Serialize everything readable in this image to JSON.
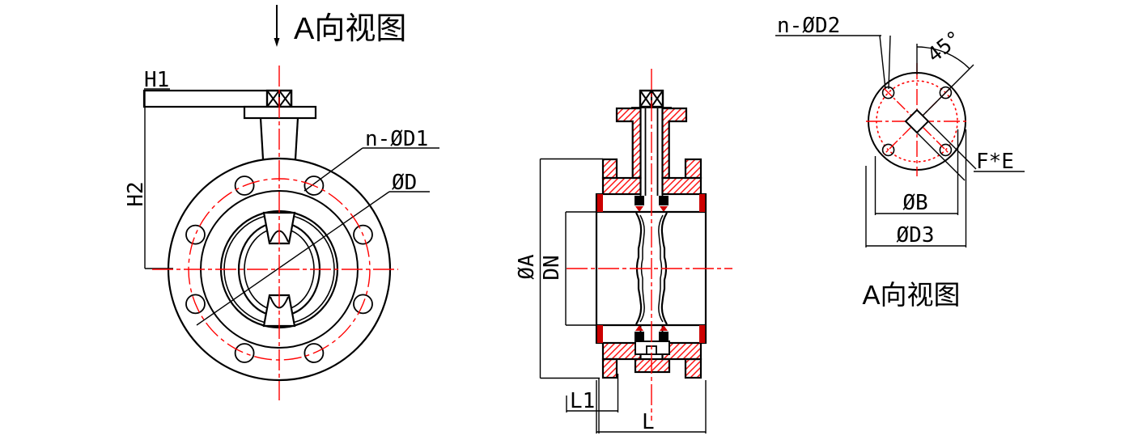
{
  "drawing": {
    "type": "butterfly-valve engineering drawing",
    "top_view_label": {
      "arrow": "↓",
      "text": "A向视图"
    },
    "front_view": {
      "dim_h1": "H1",
      "dim_h2": "H2",
      "dim_bolt_holes": "n-ØD1",
      "dim_flange_diameter": "ØD"
    },
    "section_view": {
      "dim_body_diameter": "ØA",
      "dim_nominal_bore": "DN",
      "dim_l1": "L1",
      "dim_face_to_face": "L"
    },
    "a_view": {
      "dim_top_holes": "n-ØD2",
      "dim_angle": "45°",
      "dim_stem_square": "F*E",
      "dim_bolt_circle": "ØB",
      "dim_flange_d3": "ØD3",
      "caption": "A向视图"
    },
    "colors": {
      "line": "#000000",
      "centerline": "#ff0000",
      "hatch": "#ff0000",
      "seat_fill": "#cc0000",
      "background": "#ffffff"
    }
  }
}
